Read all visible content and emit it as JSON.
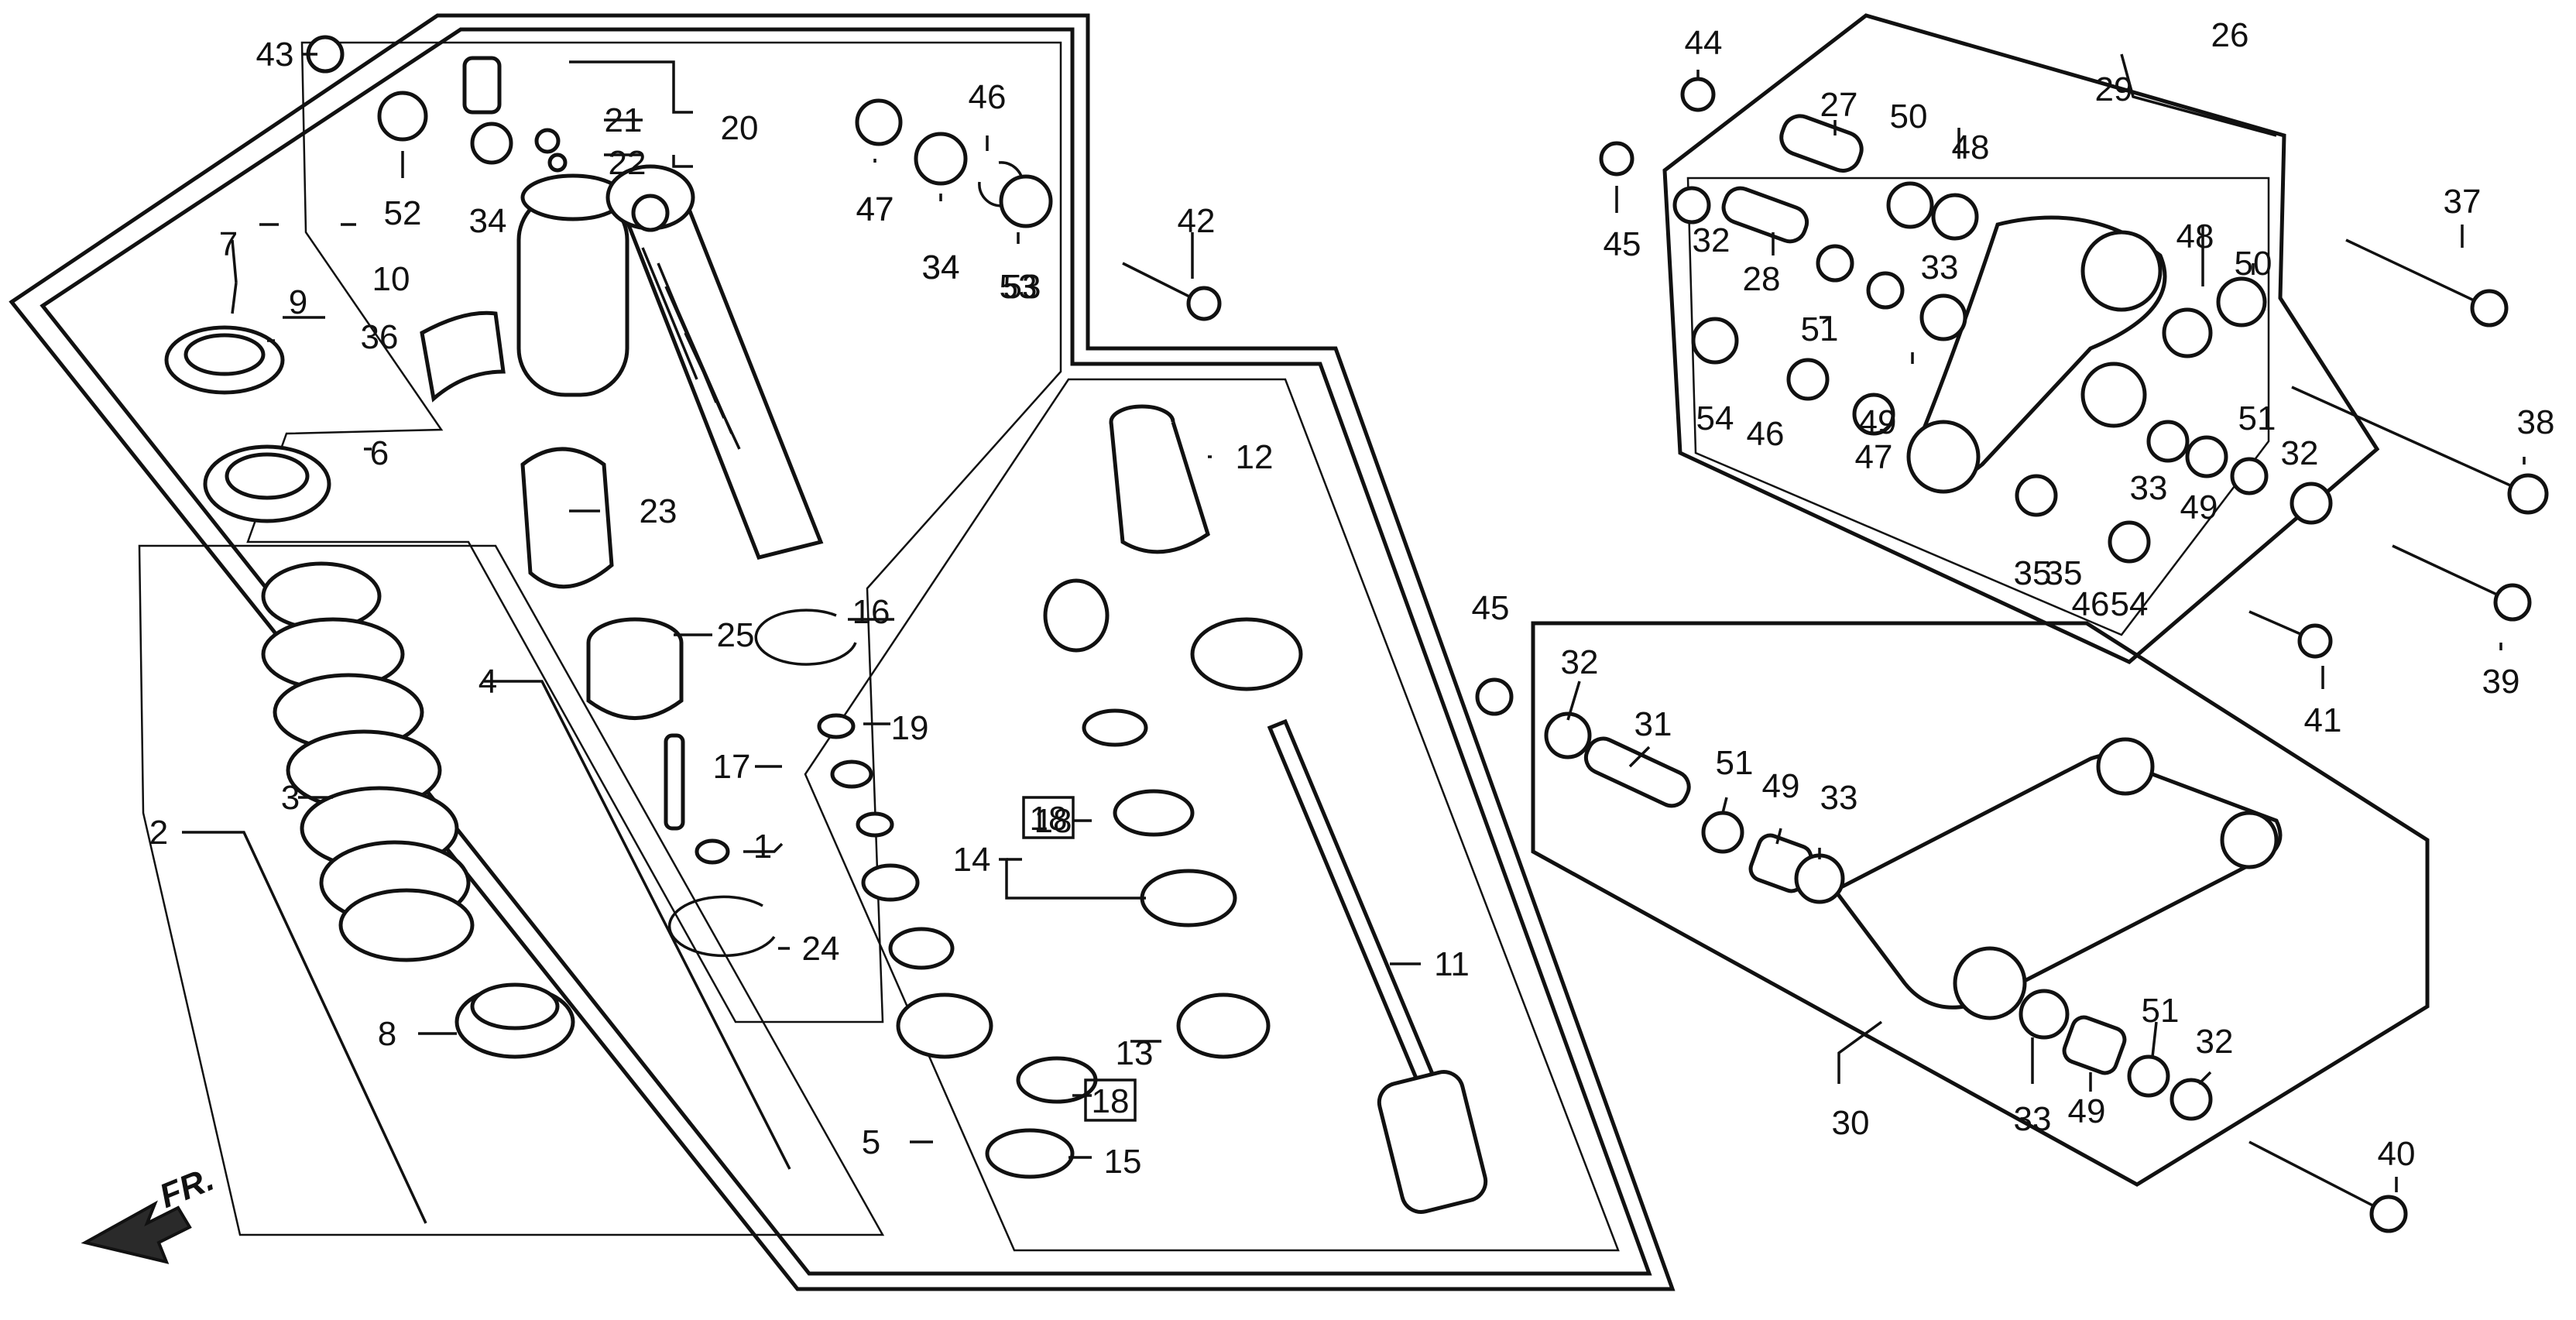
{
  "diagram": {
    "labels": [
      "1",
      "2",
      "3",
      "4",
      "5",
      "6",
      "7",
      "8",
      "9",
      "10",
      "11",
      "12",
      "13",
      "14",
      "15",
      "16",
      "17",
      "18",
      "19",
      "20",
      "21",
      "22",
      "23",
      "24",
      "25",
      "26",
      "27",
      "28",
      "29",
      "30",
      "31",
      "32",
      "33",
      "34",
      "35",
      "36",
      "37",
      "38",
      "39",
      "40",
      "41",
      "42",
      "43",
      "44",
      "45",
      "46",
      "47",
      "48",
      "49",
      "50",
      "51",
      "52",
      "53",
      "54"
    ],
    "boxed_labels": [
      "18"
    ],
    "direction_label": "FR."
  }
}
